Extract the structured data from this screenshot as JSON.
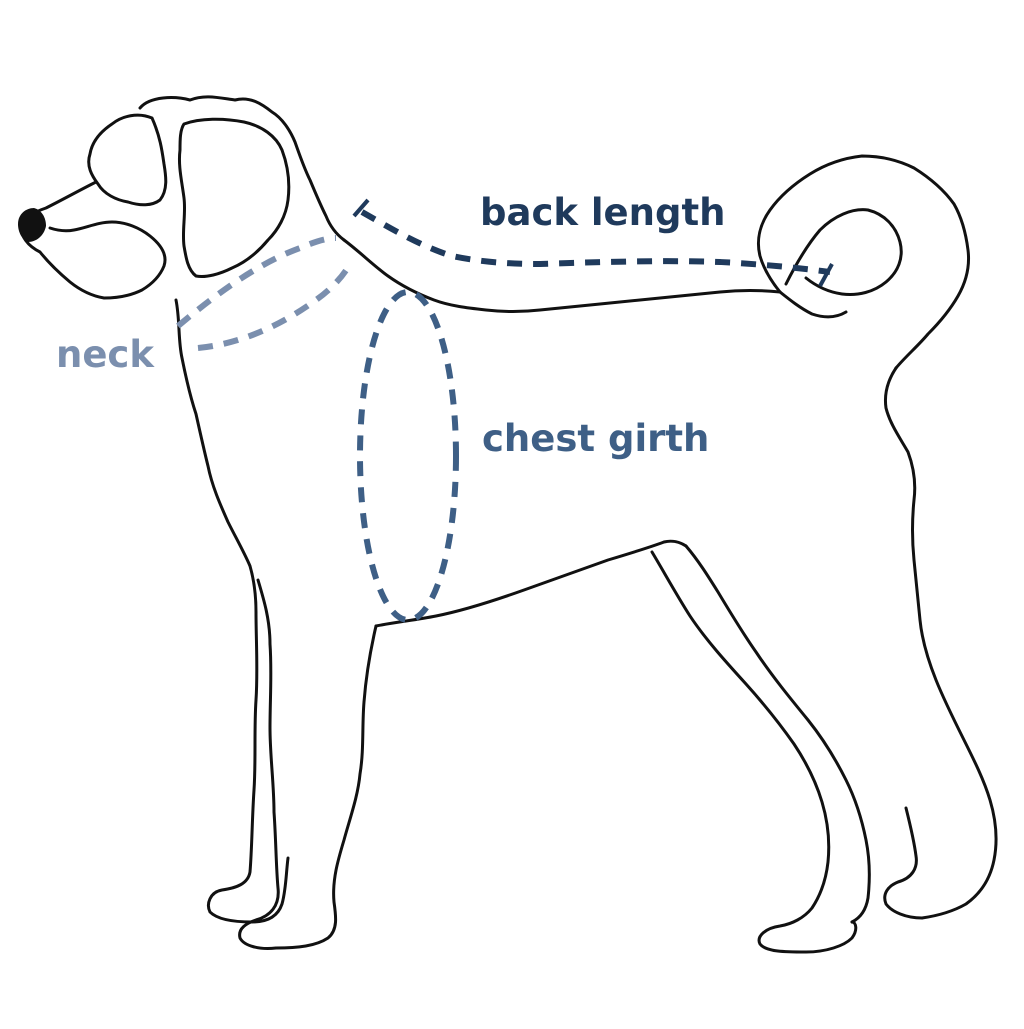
{
  "labels": {
    "back_length": "back length",
    "neck": "neck",
    "chest_girth": "chest girth"
  },
  "colors": {
    "outline": "#111111",
    "back_length": "#1f3a5c",
    "neck": "#7b8fae",
    "chest_girth": "#3e5f86",
    "background": "#ffffff"
  }
}
